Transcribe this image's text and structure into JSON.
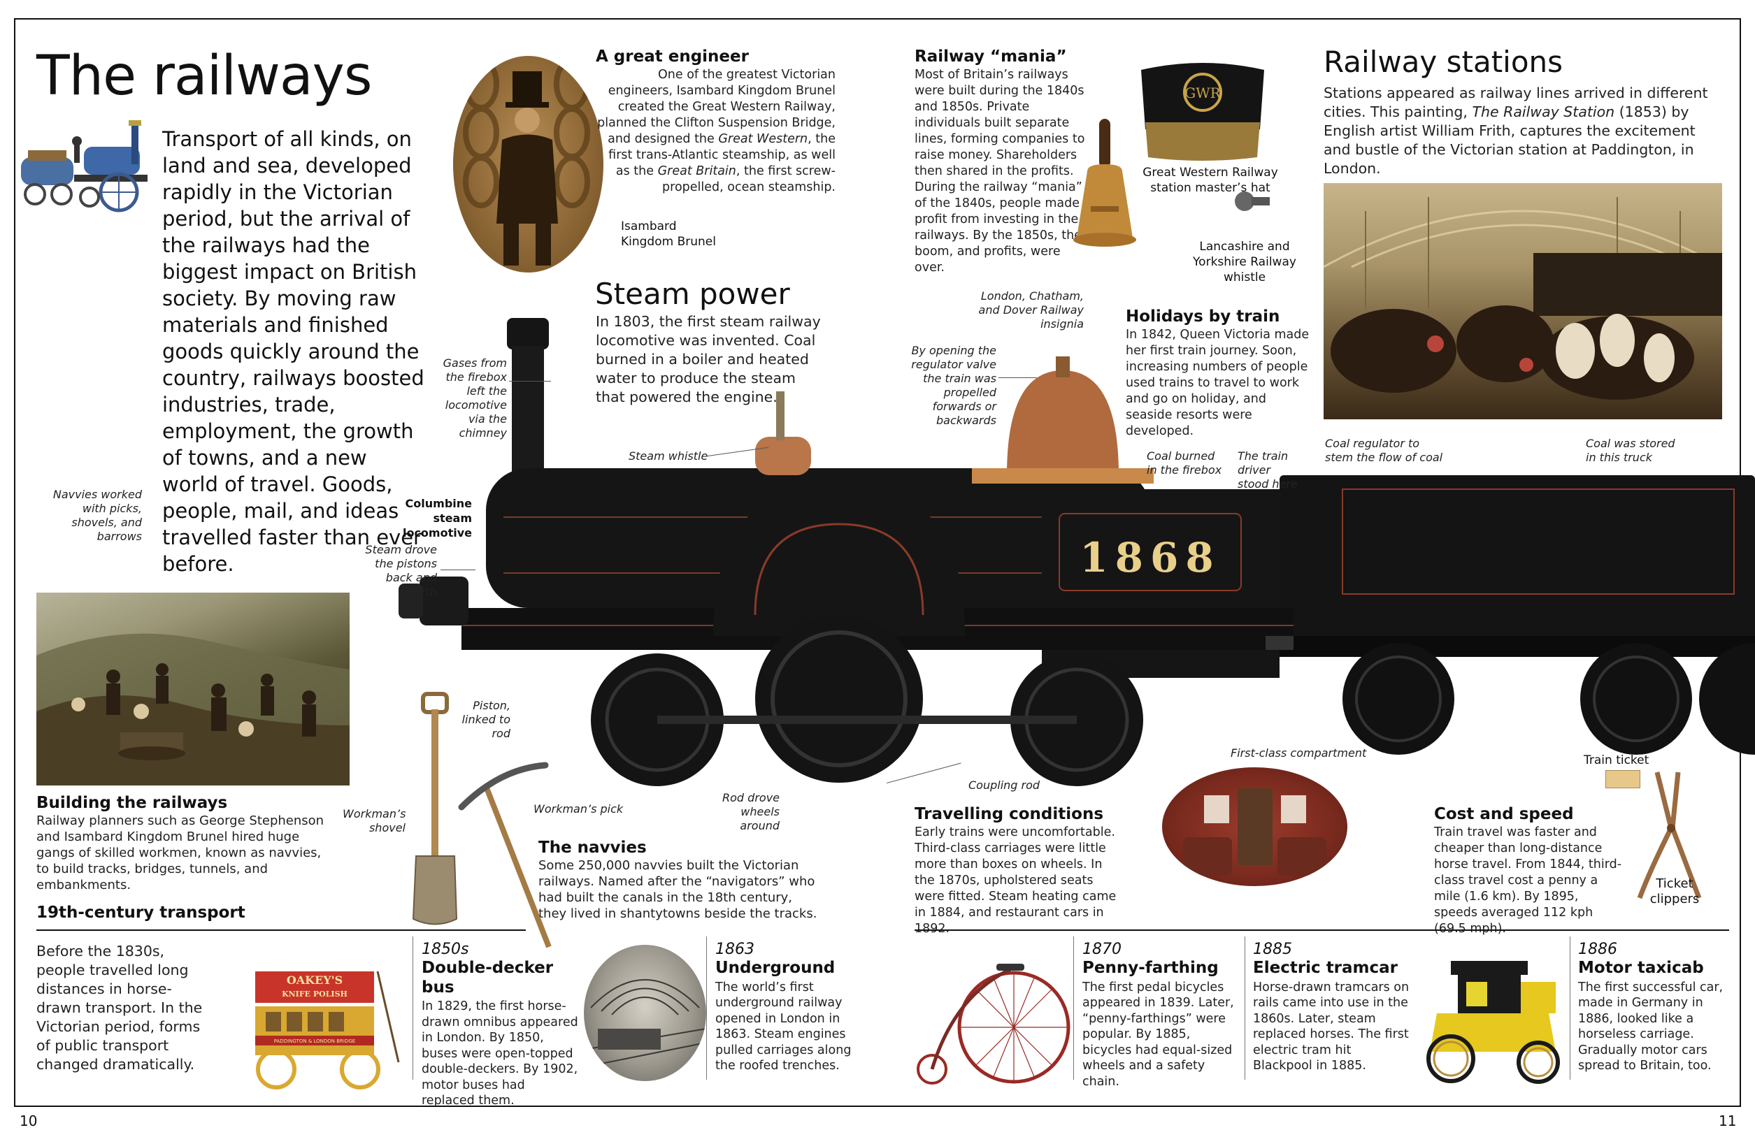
{
  "page": {
    "title": "The railways",
    "intro": "Transport of all kinds, on land and sea, developed rapidly in the Victorian period, but the arrival of the railways had the biggest impact on British society. By moving raw materials and finished goods quickly around the country, railways boosted industries, trade, employment, the growth of towns, and a new world of travel. Goods, people, mail, and ideas travelled faster than ever before.",
    "left_page_number": "10",
    "right_page_number": "11"
  },
  "engineer": {
    "heading": "A great engineer",
    "text_1": "One of the greatest Victorian engineers, Isambard Kingdom Brunel created the Great Western Railway, planned the Clifton Suspension Bridge, and designed the ",
    "text_italic_1": "Great Western",
    "text_2": ", the first trans-Atlantic steamship, as well as the ",
    "text_italic_2": "Great Britain",
    "text_3": ", the first screw-propelled, ocean steamship.",
    "portrait_caption": "Isambard Kingdom Brunel"
  },
  "steam": {
    "heading": "Steam power",
    "text": "In 1803, the first steam railway locomotive was invented. Coal burned in a boiler and heated water to produce the steam that powered the engine."
  },
  "mania": {
    "heading": "Railway “mania”",
    "text": "Most of Britain’s railways were built during the 1840s and 1850s. Private individuals built separate lines, forming companies to raise money. Shareholders then shared in the profits. During the railway “mania” of the 1840s, people made profit from investing in the railways. By the 1850s, the boom, and profits, were over.",
    "hat_caption": "Great Western Railway station master’s hat",
    "whistle_caption": "Lancashire and Yorkshire Railway whistle",
    "insignia_caption": "London, Chatham, and Dover Railway insignia",
    "hat_badge": "GWR"
  },
  "stations": {
    "heading": "Railway stations",
    "text_1": "Stations appeared as railway lines arrived in different cities. This painting, ",
    "text_italic": "The Railway Station",
    "text_2": " (1853) by English artist William Frith, captures the excitement and bustle of the Victorian station at Paddington, in London."
  },
  "holidays": {
    "heading": "Holidays by train",
    "text": "In 1842, Queen Victoria made her first train journey. Soon, increasing numbers of people used trains to travel to work and go on holiday, and seaside resorts were developed."
  },
  "locomotive": {
    "number": "1868",
    "labels": {
      "gases": "Gases from the firebox left the locomotive via the chimney",
      "columbine": "Columbine steam locomotive",
      "steam_drove": "Steam drove the pistons back and forth",
      "piston": "Piston, linked to rod",
      "whistle": "Steam whistle",
      "regulator": "By opening the regulator valve the train was propelled forwards or backwards",
      "coal_burned": "Coal burned in the firebox",
      "driver": "The train driver stood here",
      "coal_regulator": "Coal regulator to stem the flow of coal",
      "coal_stored": "Coal was stored in this truck",
      "coupling": "Coupling rod",
      "rod_drove": "Rod drove wheels around",
      "first_class": "First-class compartment",
      "navvies_tools": "Navvies worked with picks, shovels, and barrows",
      "shovel": "Workman’s shovel",
      "pick": "Workman’s pick",
      "ticket": "Train ticket",
      "clippers": "Ticket clippers"
    }
  },
  "building": {
    "heading": "Building the railways",
    "text": "Railway planners such as George Stephenson and Isambard Kingdom Brunel hired huge gangs of skilled workmen, known as navvies, to build tracks, bridges, tunnels, and embankments."
  },
  "navvies": {
    "heading": "The navvies",
    "text": "Some 250,000 navvies built the Victorian railways. Named after the “navigators” who had built the canals in the 18th century, they lived in shantytowns beside the tracks."
  },
  "conditions": {
    "heading": "Travelling conditions",
    "text": "Early trains were uncomfortable. Third-class carriages were little more than boxes on wheels. In the 1870s, upholstered seats were fitted. Steam heating came in 1884, and restaurant cars in 1892."
  },
  "cost": {
    "heading": "Cost and speed",
    "text": "Train travel was faster and cheaper than long-distance horse travel. From 1844, third-class travel cost a penny a mile (1.6 km). By 1895, speeds averaged 112 kph (69.5 mph)."
  },
  "transport": {
    "heading": "19th-century transport",
    "intro": "Before the 1830s, people travelled long distances in horse-drawn transport. In the Victorian period, forms of public transport changed dramatically.",
    "bus_sign_1": "OAKEY'S",
    "bus_sign_2": "KNIFE POLISH",
    "bus_sign_3": "PADDINGTON & LONDON BRIDGE",
    "items": [
      {
        "year": "1850s",
        "title": "Double-decker bus",
        "text": "In 1829, the first horse-drawn omnibus appeared in London. By 1850, buses were open-topped double-deckers. By 1902, motor buses had replaced them."
      },
      {
        "year": "1863",
        "title": "Underground",
        "text": "The world’s first underground railway opened in London in 1863. Steam engines pulled carriages along the roofed trenches."
      },
      {
        "year": "1870",
        "title": "Penny-farthing",
        "text": "The first pedal bicycles appeared in 1839. Later, “penny-farthings” were popular. By 1885, bicycles had equal-sized wheels and a safety chain."
      },
      {
        "year": "1885",
        "title": "Electric tramcar",
        "text": "Horse-drawn tramcars on rails came into use in the 1860s. Later, steam replaced horses. The first electric tram hit Blackpool in 1885."
      },
      {
        "year": "1886",
        "title": "Motor taxicab",
        "text": "The first successful car, made in Germany in 1886, looked like a horseless carriage. Gradually motor cars spread to Britain, too."
      }
    ]
  }
}
